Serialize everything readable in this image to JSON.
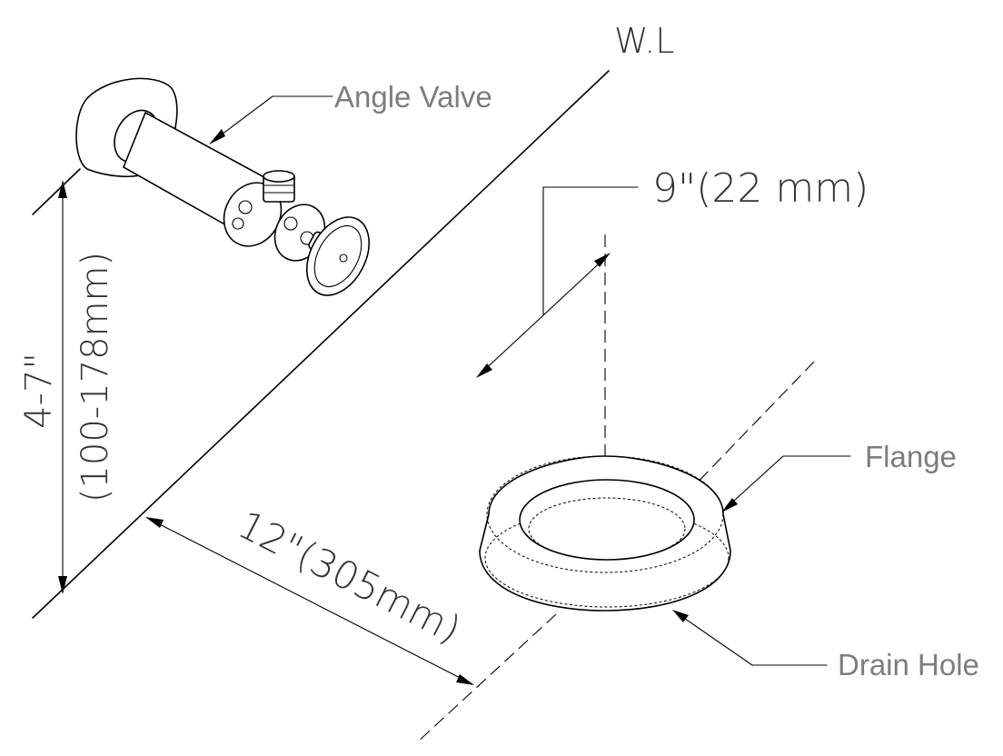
{
  "labels": {
    "water_line": "W.L",
    "angle_valve": "Angle Valve",
    "flange": "Flange",
    "drain_hole": "Drain Hole"
  },
  "dimensions": {
    "height_imperial": "4-7\"",
    "height_metric": "(100-178mm)",
    "horizontal": "12\"(305mm)",
    "offset": "9\"(22 mm)"
  }
}
